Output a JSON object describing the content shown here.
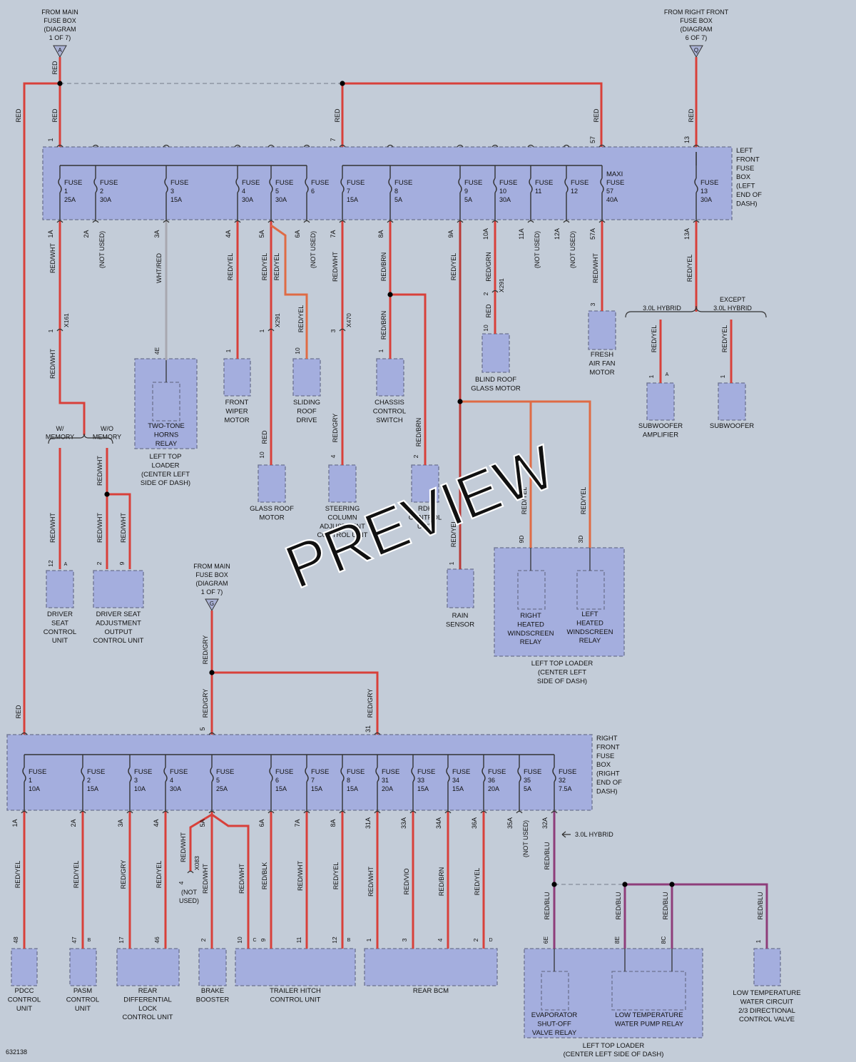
{
  "colors": {
    "background": "#c3ccd8",
    "box_fill": "#a4aede",
    "box_border": "#6c7290",
    "red_wire": "#d8403a",
    "red_wire_dark": "#b83a37",
    "gray_wire": "#a8a8b0",
    "purple_wire": "#8e3d7a",
    "orange_wire": "#df6b45",
    "dashed_wire": "#8f96a4",
    "text": "#111111",
    "watermark": "#ffffff"
  },
  "sources": {
    "main_fuse_top": [
      "FROM MAIN",
      "FUSE BOX",
      "(DIAGRAM",
      "1 OF 7)"
    ],
    "main_fuse_top_symbol": "A",
    "right_front_fuse_top": [
      "FROM RIGHT FRONT",
      "FUSE BOX",
      "(DIAGRAM",
      "6 OF 7)"
    ],
    "right_front_fuse_top_symbol": "Q",
    "main_fuse_mid": [
      "FROM MAIN",
      "FUSE BOX",
      "(DIAGRAM",
      "1 OF 7)"
    ],
    "main_fuse_mid_symbol": "G"
  },
  "left_fuse_box": {
    "label": [
      "LEFT",
      "FRONT",
      "FUSE",
      "BOX",
      "(LEFT",
      "END OF",
      "DASH)"
    ],
    "fuse_word": "FUSE",
    "maxi_word": "MAXI",
    "input_pins": [
      "1",
      "7",
      "57",
      "13"
    ],
    "fuses": [
      {
        "num": "1",
        "amp": "25A"
      },
      {
        "num": "2",
        "amp": "30A"
      },
      {
        "num": "3",
        "amp": "15A"
      },
      {
        "num": "4",
        "amp": "30A"
      },
      {
        "num": "5",
        "amp": "30A"
      },
      {
        "num": "6",
        "amp": ""
      },
      {
        "num": "7",
        "amp": "15A"
      },
      {
        "num": "8",
        "amp": "5A"
      },
      {
        "num": "9",
        "amp": "5A"
      },
      {
        "num": "10",
        "amp": "30A"
      },
      {
        "num": "11",
        "amp": ""
      },
      {
        "num": "12",
        "amp": ""
      },
      {
        "num": "57",
        "amp": "40A"
      },
      {
        "num": "13",
        "amp": "30A"
      }
    ],
    "out_pins": [
      "1A",
      "2A",
      "3A",
      "4A",
      "5A",
      "6A",
      "7A",
      "8A",
      "9A",
      "10A",
      "11A",
      "12A",
      "57A",
      "13A"
    ]
  },
  "right_fuse_box": {
    "label": [
      "RIGHT",
      "FRONT",
      "FUSE",
      "BOX",
      "(RIGHT",
      "END OF",
      "DASH)"
    ],
    "input_pins": [
      "5",
      "31"
    ],
    "fuses": [
      {
        "num": "1",
        "amp": "10A"
      },
      {
        "num": "2",
        "amp": "15A"
      },
      {
        "num": "3",
        "amp": "10A"
      },
      {
        "num": "4",
        "amp": "30A"
      },
      {
        "num": "5",
        "amp": "25A"
      },
      {
        "num": "6",
        "amp": "15A"
      },
      {
        "num": "7",
        "amp": "15A"
      },
      {
        "num": "8",
        "amp": "15A"
      },
      {
        "num": "31",
        "amp": "20A"
      },
      {
        "num": "33",
        "amp": "15A"
      },
      {
        "num": "34",
        "amp": "15A"
      },
      {
        "num": "36",
        "amp": "20A"
      },
      {
        "num": "35",
        "amp": "5A"
      },
      {
        "num": "32",
        "amp": "7.5A"
      }
    ],
    "out_pins": [
      "1A",
      "2A",
      "3A",
      "4A",
      "5A",
      "6A",
      "7A",
      "8A",
      "31A",
      "33A",
      "34A",
      "36A",
      "35A",
      "32A"
    ]
  },
  "wire_colors": {
    "red": "RED",
    "red_wht": "RED/WHT",
    "red_yel": "RED/YEL",
    "wht_red": "WHT/RED",
    "red_gry": "RED/GRY",
    "red_brn": "RED/BRN",
    "red_grn": "RED/GRN",
    "red_blk": "RED/BLK",
    "red_vio": "RED/VIO",
    "red_blu": "RED/BLU"
  },
  "notes": {
    "not_used": "(NOT USED)",
    "not_used_a": "(NOT",
    "not_used_b": "USED)",
    "w_memory": [
      "W/",
      "MEMORY"
    ],
    "wo_memory": [
      "W/O",
      "MEMORY"
    ],
    "hybrid": "3.0L HYBRID",
    "except_hybrid": [
      "EXCEPT",
      "3.0L HYBRID"
    ],
    "hybrid_arrow": "3.0L HYBRID"
  },
  "connectors": {
    "x161": "X161",
    "x291a": "X291",
    "x470": "X470",
    "x291b": "X291",
    "x083": "X083"
  },
  "pins": {
    "p1": "1",
    "p2": "2",
    "p3": "3",
    "p4": "4",
    "p4e": "4E",
    "p9": "9",
    "p10": "10",
    "p11": "11",
    "p12": "12",
    "p9d": "9D",
    "p3d": "3D",
    "p6e": "6E",
    "p8e": "8E",
    "p8c": "8C",
    "p48": "48",
    "p47": "47",
    "p17": "17",
    "p46": "46",
    "p5": "5",
    "p31": "31",
    "tag_a": "A",
    "tag_b": "B",
    "tag_c": "C",
    "tag_d": "D"
  },
  "components": {
    "front_wiper": [
      "FRONT",
      "WIPER",
      "MOTOR"
    ],
    "sliding_roof": [
      "SLIDING",
      "ROOF",
      "DRIVE"
    ],
    "chassis_switch": [
      "CHASSIS",
      "CONTROL",
      "SWITCH"
    ],
    "blind_roof": [
      "BLIND ROOF",
      "GLASS MOTOR"
    ],
    "fresh_air": [
      "FRESH",
      "AIR FAN",
      "MOTOR"
    ],
    "sub_amp": [
      "SUBWOOFER",
      "AMPLIFIER"
    ],
    "subwoofer": [
      "SUBWOOFER"
    ],
    "two_tone": [
      "TWO-TONE",
      "HORNS",
      "RELAY"
    ],
    "left_top_loader_1": [
      "LEFT TOP",
      "LOADER",
      "(CENTER LEFT",
      "SIDE OF DASH)"
    ],
    "glass_roof": [
      "GLASS ROOF",
      "MOTOR"
    ],
    "steering": [
      "STEERING",
      "COLUMN",
      "ADJUSTMENT",
      "CONTROL UNIT"
    ],
    "rdk": [
      "RDK",
      "CONTROL",
      "UNIT"
    ],
    "rain": [
      "RAIN",
      "SENSOR"
    ],
    "right_heated": [
      "RIGHT",
      "HEATED",
      "WINDSCREEN",
      "RELAY"
    ],
    "left_heated": [
      "LEFT",
      "HEATED",
      "WINDSCREEN",
      "RELAY"
    ],
    "left_top_loader_2": [
      "LEFT TOP LOADER",
      "(CENTER LEFT",
      "SIDE OF DASH)"
    ],
    "driver_seat": [
      "DRIVER",
      "SEAT",
      "CONTROL",
      "UNIT"
    ],
    "driver_seat_adj": [
      "DRIVER SEAT",
      "ADJUSTMENT",
      "OUTPUT",
      "CONTROL UNIT"
    ],
    "pdcc": [
      "PDCC",
      "CONTROL",
      "UNIT"
    ],
    "pasm": [
      "PASM",
      "CONTROL",
      "UNIT"
    ],
    "rear_diff": [
      "REAR",
      "DIFFERENTIAL",
      "LOCK",
      "CONTROL UNIT"
    ],
    "brake_booster": [
      "BRAKE",
      "BOOSTER"
    ],
    "trailer_hitch": [
      "TRAILER HITCH",
      "CONTROL UNIT"
    ],
    "rear_bcm": [
      "REAR BCM"
    ],
    "evap": [
      "EVAPORATOR",
      "SHUT-OFF",
      "VALVE RELAY"
    ],
    "low_temp_pump": [
      "LOW TEMPERATURE",
      "WATER PUMP RELAY"
    ],
    "left_top_loader_3": [
      "LEFT TOP LOADER",
      "(CENTER LEFT SIDE OF DASH)"
    ],
    "low_temp_valve": [
      "LOW TEMPERATURE",
      "WATER CIRCUIT",
      "2/3 DIRECTIONAL",
      "CONTROL VALVE"
    ]
  },
  "watermark": "PREVIEW",
  "diagram_id": "632138"
}
